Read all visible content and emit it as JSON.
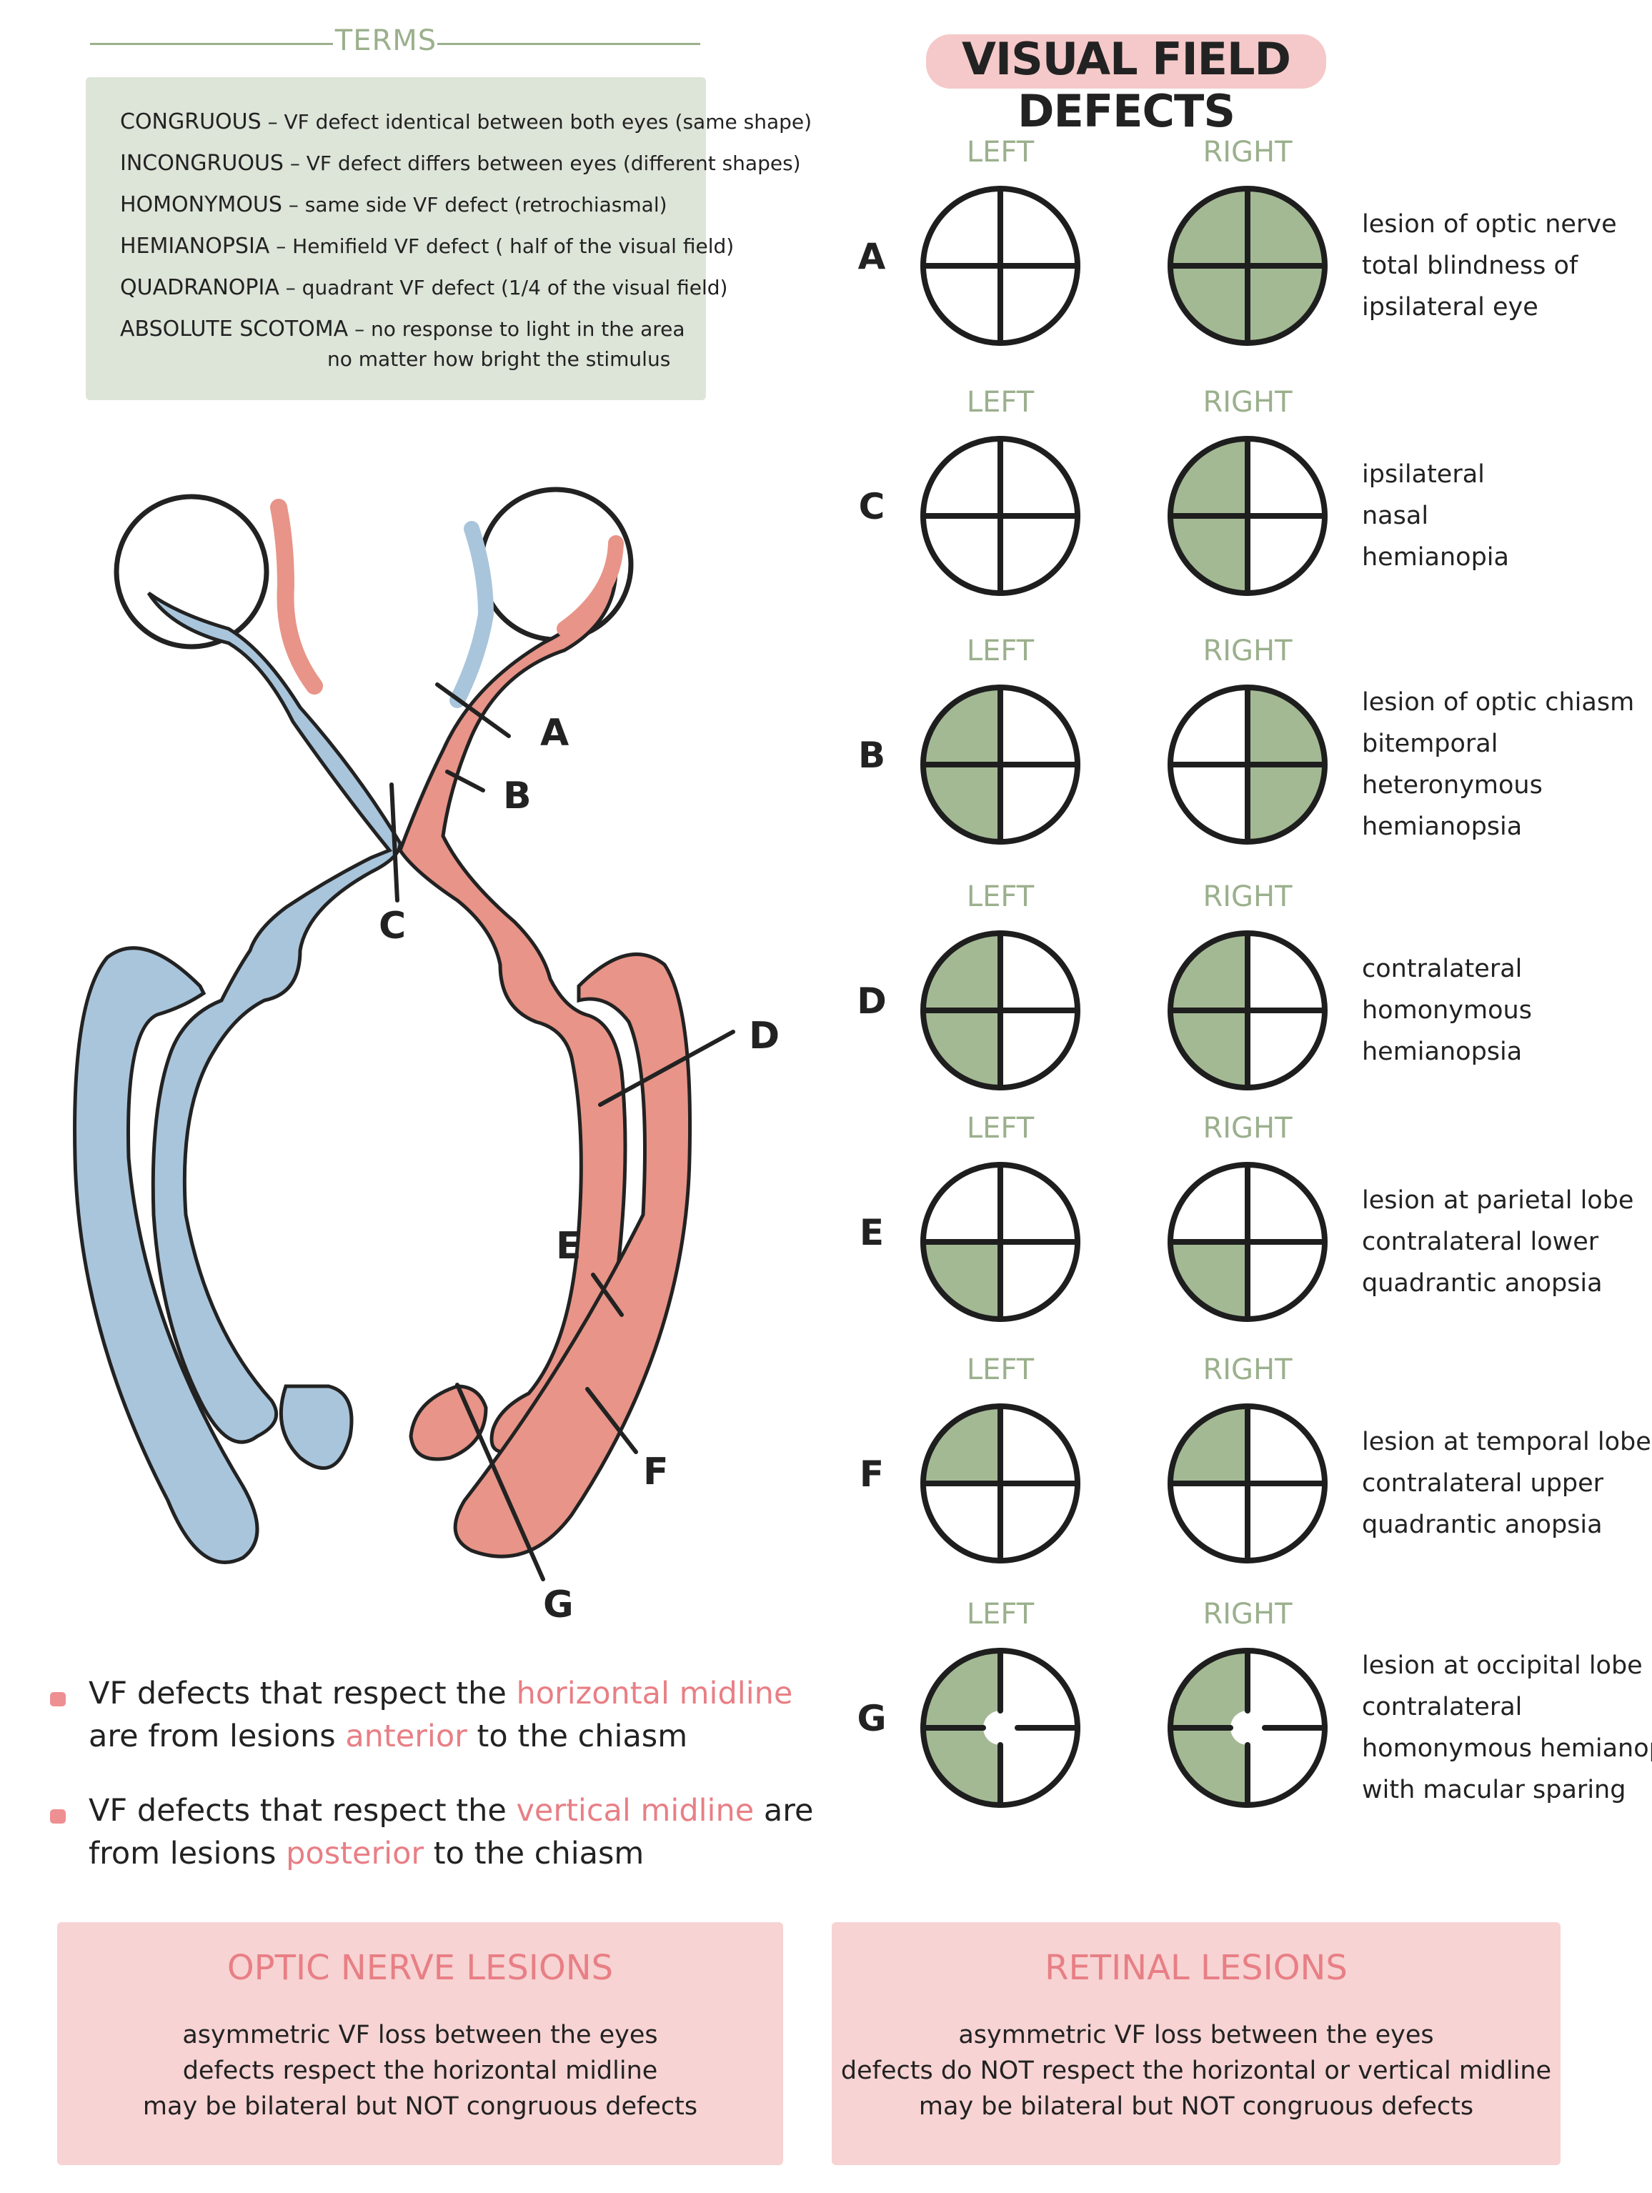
{
  "terms": {
    "title": "TERMS",
    "items": [
      {
        "key": "CONGRUOUS",
        "text": "– VF defect identical between both eyes (same shape)"
      },
      {
        "key": "INCONGRUOUS",
        "text": "– VF defect differs between eyes (different shapes)"
      },
      {
        "key": "HOMONYMOUS",
        "text": "– same side VF defect (retrochiasmal)"
      },
      {
        "key": "HEMIANOPSIA",
        "text": "– Hemifield VF defect ( half of the visual field)"
      },
      {
        "key": "QUADRANOPIA",
        "text": "– quadrant VF defect (1/4 of the visual field)"
      },
      {
        "key": "ABSOLUTE SCOTOMA",
        "text": "– no response to light in the area"
      }
    ],
    "continuation": "no matter how bright the stimulus"
  },
  "title": "VISUAL FIELD DEFECTS",
  "colors": {
    "green": "#a3b994",
    "pink": "#e89488",
    "blue": "#a9c5dc",
    "accent": "#e87f85",
    "terms_bg": "#dde4d8",
    "box_bg": "#f7d3d3"
  },
  "defects": [
    {
      "letter": "A",
      "left_label": "LEFT",
      "right_label": "RIGHT",
      "left": [
        0,
        0,
        0,
        0
      ],
      "right": [
        1,
        1,
        1,
        1
      ],
      "lines": [
        "lesion of optic nerve",
        "total blindness of",
        "ipsilateral eye"
      ]
    },
    {
      "letter": "C",
      "left_label": "LEFT",
      "right_label": "RIGHT",
      "left": [
        0,
        0,
        0,
        0
      ],
      "right": [
        1,
        0,
        0,
        1
      ],
      "lines": [
        "ipsilateral",
        "nasal",
        "hemianopia"
      ]
    },
    {
      "letter": "B",
      "left_label": "LEFT",
      "right_label": "RIGHT",
      "left": [
        1,
        0,
        0,
        1
      ],
      "right": [
        0,
        1,
        1,
        0
      ],
      "lines": [
        "lesion of optic chiasm",
        "bitemporal",
        "heteronymous",
        "hemianopsia"
      ]
    },
    {
      "letter": "D",
      "left_label": "LEFT",
      "right_label": "RIGHT",
      "left": [
        1,
        0,
        0,
        1
      ],
      "right": [
        1,
        0,
        0,
        1
      ],
      "lines": [
        "contralateral",
        "homonymous",
        "hemianopsia"
      ]
    },
    {
      "letter": "E",
      "left_label": "LEFT",
      "right_label": "RIGHT",
      "left": [
        0,
        0,
        0,
        1
      ],
      "right": [
        0,
        0,
        0,
        1
      ],
      "lines": [
        "lesion at parietal lobe",
        "contralateral lower",
        "quadrantic anopsia"
      ]
    },
    {
      "letter": "F",
      "left_label": "LEFT",
      "right_label": "RIGHT",
      "left": [
        1,
        0,
        0,
        0
      ],
      "right": [
        1,
        0,
        0,
        0
      ],
      "lines": [
        "lesion at temporal lobe",
        "contralateral upper",
        "quadrantic anopsia"
      ]
    },
    {
      "letter": "G",
      "left_label": "LEFT",
      "right_label": "RIGHT",
      "left": [
        1,
        0,
        0,
        1
      ],
      "right": [
        1,
        0,
        0,
        1
      ],
      "macular_sparing": true,
      "lines": [
        "lesion at occipital lobe",
        "contralateral",
        "homonymous hemianopia",
        "with macular sparing"
      ]
    }
  ],
  "pathway_labels": [
    "A",
    "B",
    "C",
    "D",
    "E",
    "F",
    "G"
  ],
  "bullets": [
    {
      "line1_pre": "VF defects that respect the ",
      "line1_hl": "horizontal midline",
      "line2_pre": "are from lesions ",
      "line2_hl": "anterior",
      "line2_post": " to the chiasm"
    },
    {
      "line1_pre": "VF defects that respect the ",
      "line1_hl": "vertical midline",
      "line1_post": " are",
      "line2_pre": "from lesions ",
      "line2_hl": "posterior",
      "line2_post": " to the chiasm"
    }
  ],
  "boxes": [
    {
      "title": "OPTIC NERVE LESIONS",
      "lines": [
        "asymmetric VF loss between the eyes",
        "defects respect the horizontal midline",
        "may be bilateral but NOT congruous defects"
      ]
    },
    {
      "title": "RETINAL LESIONS",
      "lines": [
        "asymmetric VF loss between the eyes",
        "defects do NOT respect the horizontal or vertical midline",
        "may be bilateral but NOT congruous defects"
      ]
    }
  ]
}
